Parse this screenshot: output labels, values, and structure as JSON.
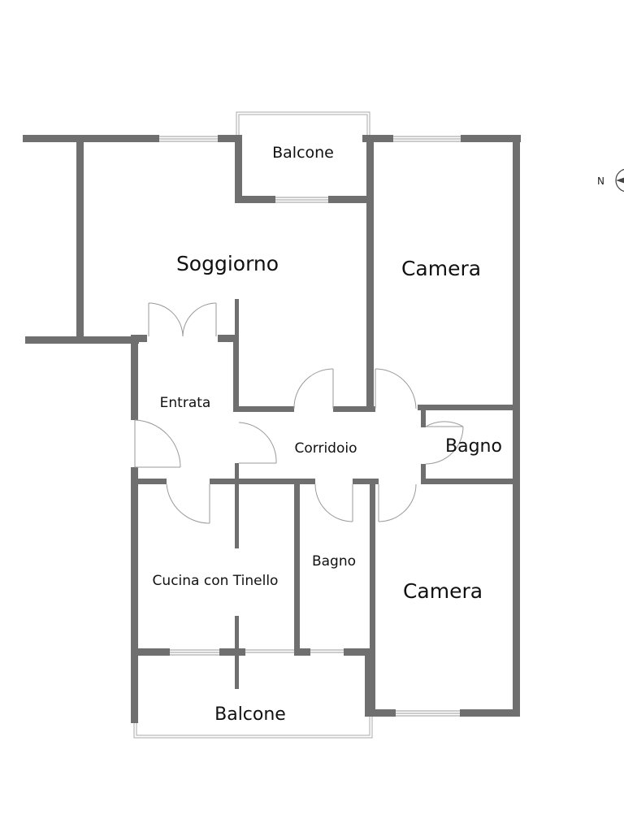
{
  "rooms": {
    "balcone_top": "Balcone",
    "soggiorno": "Soggiorno",
    "camera_top": "Camera",
    "entrata": "Entrata",
    "corridoio": "Corridoio",
    "bagno_right": "Bagno",
    "bagno_middle": "Bagno",
    "cucina": "Cucina con Tinello",
    "camera_bottom": "Camera",
    "balcone_bottom": "Balcone"
  },
  "compass": {
    "north_letter": "N",
    "icon": "compass-icon"
  },
  "colors": {
    "wall": "#6f6f6f",
    "window": "#9a9a9a",
    "text": "#111111",
    "background": "#ffffff"
  }
}
